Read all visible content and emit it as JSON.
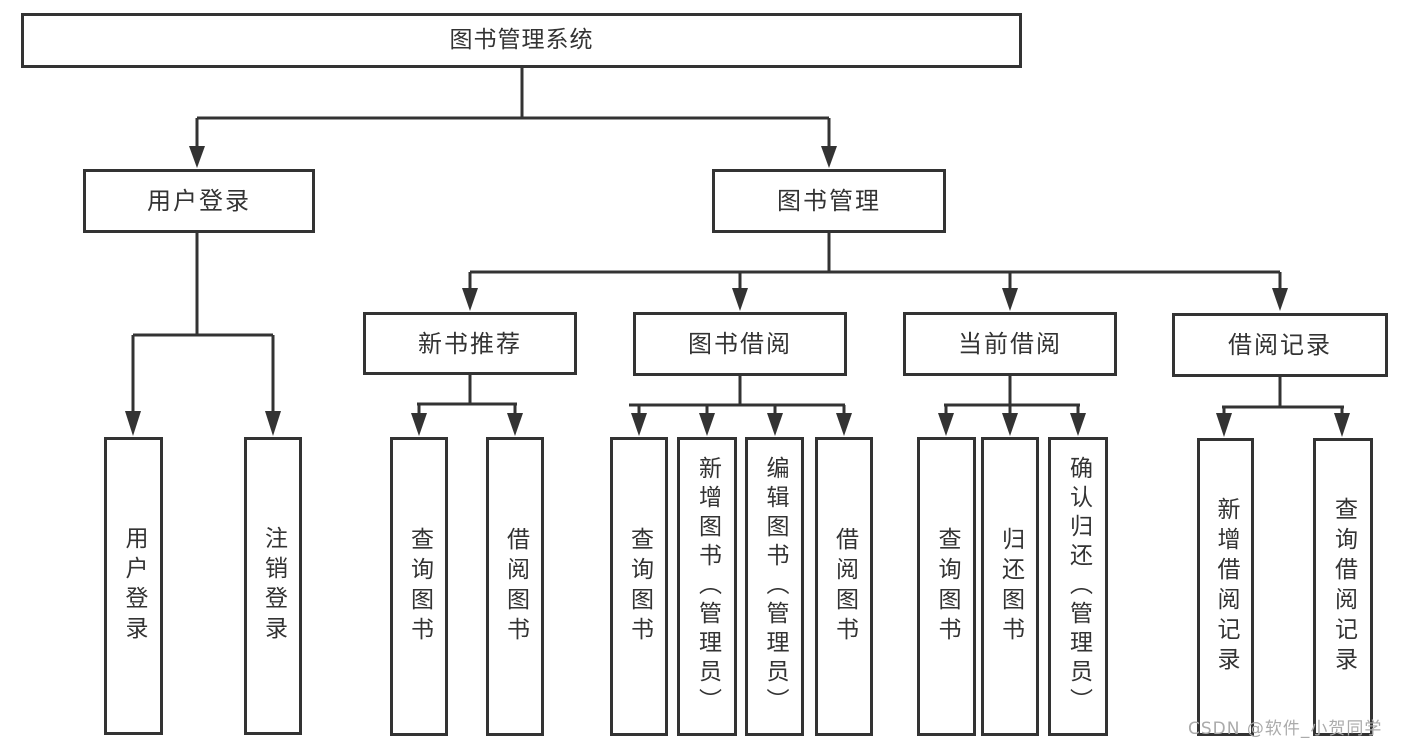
{
  "diagram": {
    "root": {
      "label": "图书管理系统"
    },
    "branches": [
      {
        "label": "用户登录",
        "children": [
          {
            "label": "用户登录"
          },
          {
            "label": "注销登录"
          }
        ]
      },
      {
        "label": "图书管理",
        "children": [
          {
            "label": "新书推荐",
            "children": [
              {
                "label": "查询图书"
              },
              {
                "label": "借阅图书"
              }
            ]
          },
          {
            "label": "图书借阅",
            "children": [
              {
                "label": "查询图书"
              },
              {
                "label": "新增图书（管理员）"
              },
              {
                "label": "编辑图书（管理员）"
              },
              {
                "label": "借阅图书"
              }
            ]
          },
          {
            "label": "当前借阅",
            "children": [
              {
                "label": "查询图书"
              },
              {
                "label": "归还图书"
              },
              {
                "label": "确认归还（管理员）"
              }
            ]
          },
          {
            "label": "借阅记录",
            "children": [
              {
                "label": "新增借阅记录"
              },
              {
                "label": "查询借阅记录"
              }
            ]
          }
        ]
      }
    ]
  },
  "watermark": {
    "text": "CSDN @软件_小贺同学"
  },
  "colors": {
    "line": "#333333",
    "box_border": "#333333",
    "text": "#333333",
    "background": "#ffffff",
    "watermark": "#ababab"
  }
}
